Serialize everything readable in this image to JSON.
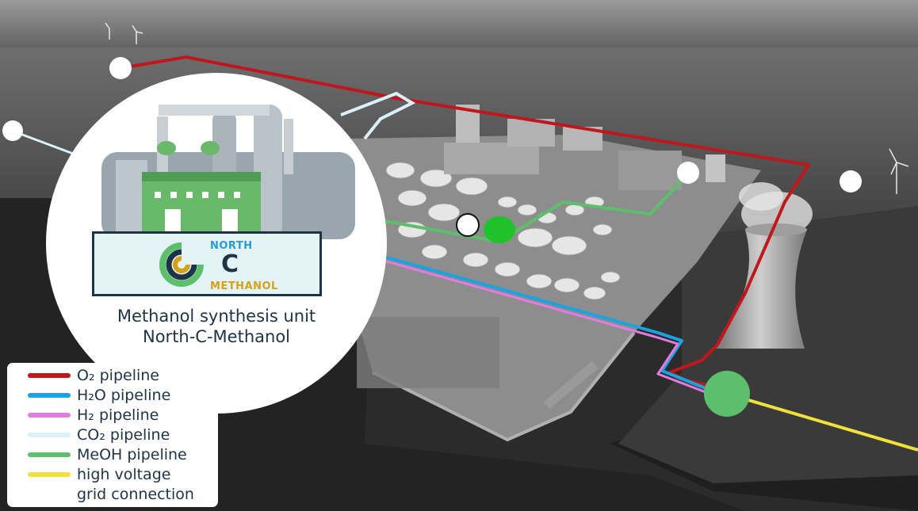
{
  "callout": {
    "logo_top": "NORTH",
    "logo_mid": "C",
    "logo_bottom": "METHANOL",
    "caption_line1": "Methanol synthesis unit",
    "caption_line2": "North-C-Methanol"
  },
  "legend": {
    "items": [
      {
        "label": "O₂ pipeline",
        "color": "#c0161c"
      },
      {
        "label": "H₂O pipeline",
        "color": "#1aa3e0"
      },
      {
        "label": "H₂ pipeline",
        "color": "#e27ce0"
      },
      {
        "label": "CO₂ pipeline",
        "color": "#d9f1fb"
      },
      {
        "label": "MeOH pipeline",
        "color": "#5cbf6b"
      },
      {
        "label": "high voltage",
        "color": "#f3e13b"
      },
      {
        "label": "grid connection",
        "color": ""
      }
    ]
  },
  "colors": {
    "o2": "#c0161c",
    "h2o": "#1aa3e0",
    "h2": "#e27ce0",
    "co2": "#d9f1fb",
    "meoh": "#5cbf6b",
    "hv": "#f3e13b",
    "plant_green": "#69b96a",
    "logo_navy": "#1f3347"
  }
}
